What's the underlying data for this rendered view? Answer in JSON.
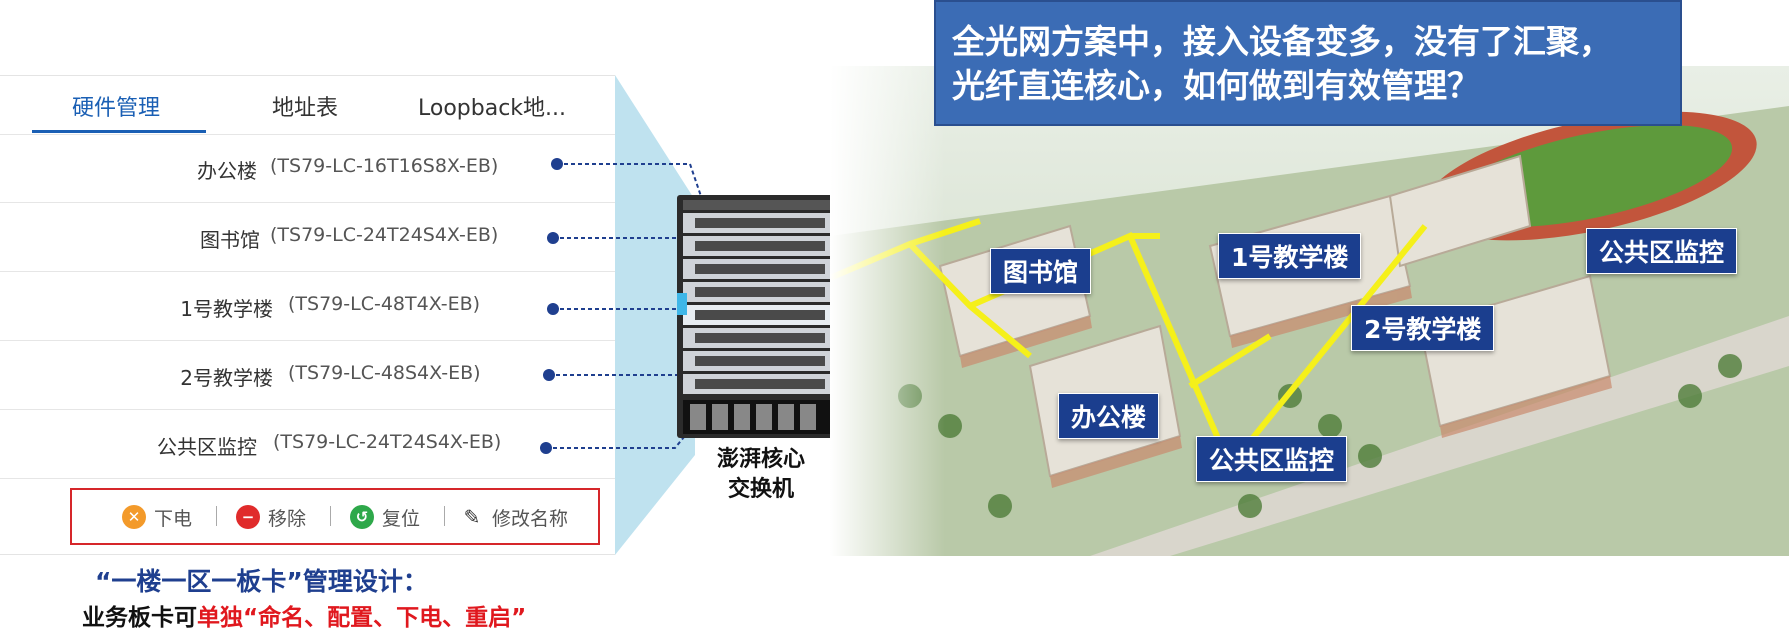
{
  "tabs": [
    {
      "label": "硬件管理",
      "active": true
    },
    {
      "label": "地址表",
      "active": false
    },
    {
      "label": "Loopback地...",
      "active": false
    }
  ],
  "boards": [
    {
      "name": "办公楼",
      "model": "(TS79-LC-16T16S8X-EB)"
    },
    {
      "name": "图书馆",
      "model": "(TS79-LC-24T24S4X-EB)"
    },
    {
      "name": "1号教学楼",
      "model": "(TS79-LC-48T4X-EB)"
    },
    {
      "name": "2号教学楼",
      "model": "(TS79-LC-48S4X-EB)"
    },
    {
      "name": "公共区监控",
      "model": "(TS79-LC-24T24S4X-EB)"
    }
  ],
  "actions": [
    {
      "label": "下电",
      "icon": "power-off-icon",
      "color": "#f39a2a"
    },
    {
      "label": "移除",
      "icon": "remove-icon",
      "color": "#e02b2b"
    },
    {
      "label": "复位",
      "icon": "reset-icon",
      "color": "#2ea84a"
    },
    {
      "label": "修改名称",
      "icon": "edit-pen-icon",
      "color": "#333333"
    }
  ],
  "caption": {
    "line1": "“一楼一区一板卡”管理设计：",
    "line2_prefix": "业务板卡可",
    "line2_red": "单独“命名、配置、下电、重启”"
  },
  "switch": {
    "caption_line1": "澎湃核心",
    "caption_line2": "交换机"
  },
  "headline": {
    "line1": "全光网方案中，接入设备变多，没有了汇聚，",
    "line2": "光纤直连核心，如何做到有效管理？"
  },
  "campus": {
    "buildings": {
      "library": "图书馆",
      "teaching1": "1号教学楼",
      "monitor_top": "公共区监控",
      "teaching2": "2号教学楼",
      "office": "办公楼",
      "monitor_bottom": "公共区监控"
    }
  },
  "colors": {
    "accent": "#1a5fb4",
    "label_bg": "#1b3e8e",
    "fiber_line": "#f5f01a",
    "frame_red": "#d6262a",
    "headline_bg": "#3b6cb5"
  }
}
